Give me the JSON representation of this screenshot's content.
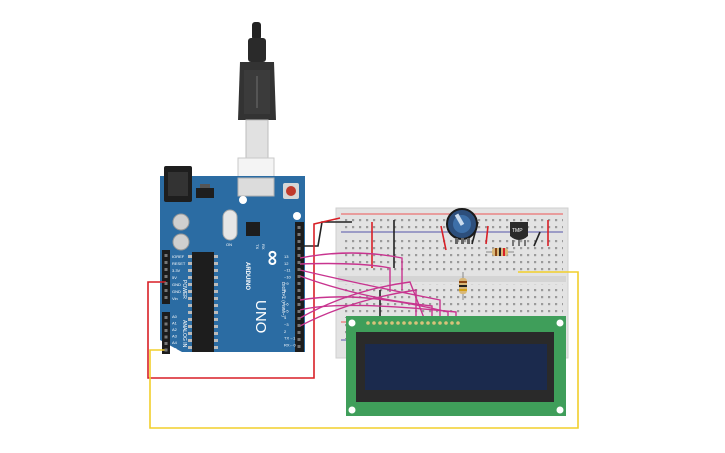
{
  "scene": "Arduino Uno circuit with breadboard, LCD display, potentiometer and temperature sensor",
  "arduino": {
    "brand": "ARDUINO",
    "model": "UNO",
    "logo_text": "∞",
    "board_color": "#2b6ca3",
    "power_header_label": "POWER",
    "analog_header_label": "ANALOG IN",
    "digital_header_label": "DIGITAL (PWM~)",
    "reset_label": "RESET",
    "on_label": "ON",
    "tx_label": "TX",
    "rx_label": "RX",
    "ioref_label": "IOREF",
    "aref_label": "AREF",
    "gnd_label": "GND",
    "power_pins": [
      "IOREF",
      "RESET",
      "3.3V",
      "5V",
      "GND",
      "GND",
      "Vin"
    ],
    "analog_pins": [
      "A0",
      "A1",
      "A2",
      "A3",
      "A4",
      "A5"
    ],
    "digital_pins": [
      "13",
      "12",
      "~11",
      "~10",
      "~9",
      "8",
      "7",
      "~6",
      "~5",
      "4",
      "~3",
      "2",
      "TX→1",
      "RX←0"
    ]
  },
  "sensor": {
    "label": "TMP"
  },
  "wire_colors": {
    "power": "#d91f26",
    "ground": "#222222",
    "data": "#c8348f",
    "analog": "#f2cf2b"
  },
  "lcd": {
    "pcb_color": "#3f9e5a",
    "screen_color": "#1b2a4d"
  }
}
